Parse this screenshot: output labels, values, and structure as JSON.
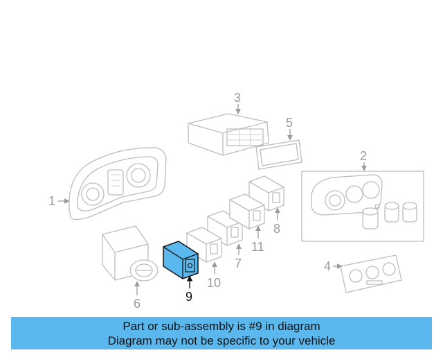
{
  "diagram": {
    "selected_part": "9",
    "highlight_color": "#5ab8ef",
    "callouts": [
      {
        "id": "p1",
        "label": "1"
      },
      {
        "id": "p2",
        "label": "2"
      },
      {
        "id": "p3",
        "label": "3"
      },
      {
        "id": "p4",
        "label": "4"
      },
      {
        "id": "p5",
        "label": "5"
      },
      {
        "id": "p6",
        "label": "6"
      },
      {
        "id": "p7",
        "label": "7"
      },
      {
        "id": "p8",
        "label": "8"
      },
      {
        "id": "p9",
        "label": "9"
      },
      {
        "id": "p10",
        "label": "10"
      },
      {
        "id": "p11",
        "label": "11"
      }
    ]
  },
  "banner": {
    "line1": "Part or sub-assembly is #9 in diagram",
    "line2": "Diagram may not be specific to your vehicle"
  }
}
